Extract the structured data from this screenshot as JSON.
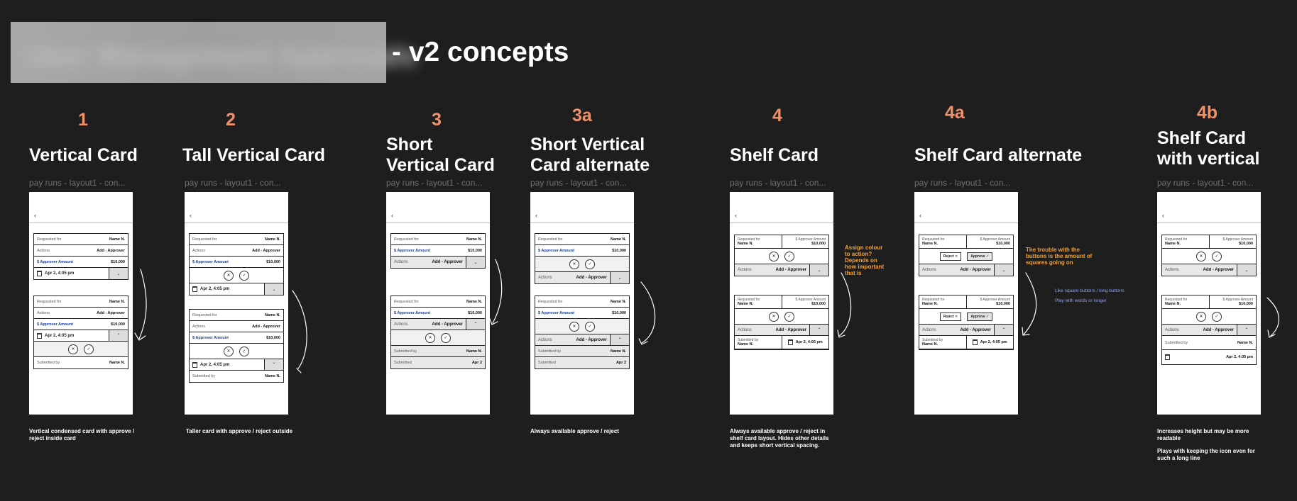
{
  "header": {
    "blurred_title": "User Management Approvals",
    "title": "- v2 concepts"
  },
  "concepts": [
    {
      "num": "1",
      "title": "Vertical Card",
      "sub": "pay runs - layout1 -  con...",
      "note": "Vertical condensed card with approve / reject inside card"
    },
    {
      "num": "2",
      "title": "Tall Vertical Card",
      "sub": "pay runs - layout1 -  con...",
      "note": "Taller card with approve / reject outside"
    },
    {
      "num": "3",
      "title": "Short Vertical Card",
      "sub": "pay runs - layout1 -  con...",
      "note": ""
    },
    {
      "num": "3a",
      "title": "Short Vertical Card alternate",
      "sub": "pay runs - layout1 -  con...",
      "note": "Always available approve / reject"
    },
    {
      "num": "4",
      "title": "Shelf Card",
      "sub": "pay runs - layout1 -  con...",
      "note": "Always available approve / reject in shelf card layout. Hides other details and keeps short vertical spacing."
    },
    {
      "num": "4a",
      "title": "Shelf Card alternate",
      "sub": "pay runs - layout1 -  con...",
      "note": ""
    },
    {
      "num": "4b",
      "title": "Shelf Card with vertical",
      "sub": "pay runs - layout1 -  con...",
      "note": "Increases height but may be more readable",
      "note2": "Plays with keeping the icon even for such a long line"
    }
  ],
  "labels": {
    "requested_for": "Requested for",
    "name": "Name N.",
    "actions": "Actions",
    "add_approver": "Add - Approver",
    "approver_amount": "$ Approver Amount",
    "amount": "$10,000",
    "date": "Apr 2, 4:05 pm",
    "submitted_by": "Submitted by",
    "submitted": "Submitted",
    "apr2": "Apr 2",
    "reject": "Reject",
    "approve": "Approve",
    "back": "‹"
  },
  "annotations": {
    "orange_4": "Assign colour to action? Depends on how important that is",
    "orange_4a": "The trouble with the buttons is the amount of squares going on",
    "blue_1": "Like square buttons / long buttons",
    "blue_2": "Play with words or longer"
  }
}
